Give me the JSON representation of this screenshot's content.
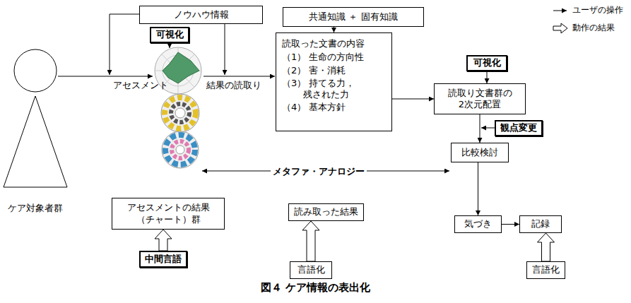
{
  "diagram": {
    "caption": "図４ ケア情報の表出化",
    "nodes": [
      {
        "text": [
          "ノウハウ情報"
        ]
      },
      {
        "text": [
          "共通知識 ＋ 固有知識"
        ]
      },
      {
        "text": [
          "可視化"
        ]
      },
      {
        "text": [
          "読取った文書の内容",
          "（1） 生命の方向性",
          "（2） 害・消耗",
          "（3） 持てる力， 残された力",
          "（4） 基本方針"
        ]
      },
      {
        "text": [
          "可視化"
        ]
      },
      {
        "text": [
          "ケア対象者群"
        ]
      },
      {
        "text": [
          "読取り文書群の 2次元配置"
        ]
      },
      {
        "text": [
          "観点変更"
        ]
      },
      {
        "text": [
          "比較検討"
        ]
      },
      {
        "text": [
          "アセスメントの結果 （チャート）群"
        ]
      },
      {
        "text": [
          "読み取った結果"
        ]
      },
      {
        "text": [
          "気づき"
        ]
      },
      {
        "text": [
          "記録"
        ]
      },
      {
        "text": [
          "中間言語"
        ]
      },
      {
        "text": [
          "言語化"
        ]
      },
      {
        "text": [
          "言語化"
        ]
      }
    ],
    "edges": [
      {
        "from": 1,
        "to": 3,
        "arrow": "to"
      },
      {
        "from": 3,
        "to": 6,
        "arrow": "to"
      },
      {
        "from": 4,
        "to": 6,
        "arrow": "to"
      },
      {
        "from": 6,
        "to": 8,
        "arrow": "to"
      },
      {
        "from": 8,
        "to": 11,
        "arrow": "to"
      },
      {
        "from": 11,
        "to": 12,
        "arrow": "to"
      },
      {
        "from": 13,
        "to": 9,
        "arrow": "to"
      },
      {
        "from": 14,
        "to": 10,
        "arrow": "to"
      },
      {
        "from": 15,
        "to": 12,
        "arrow": "to"
      }
    ],
    "labels": [
      "アセスメント",
      "結果の読取り",
      "メタファ・アナロジー"
    ],
    "legend": [
      {
        "text": "ユーザの操作"
      },
      {
        "text": "動作の結果"
      }
    ]
  }
}
